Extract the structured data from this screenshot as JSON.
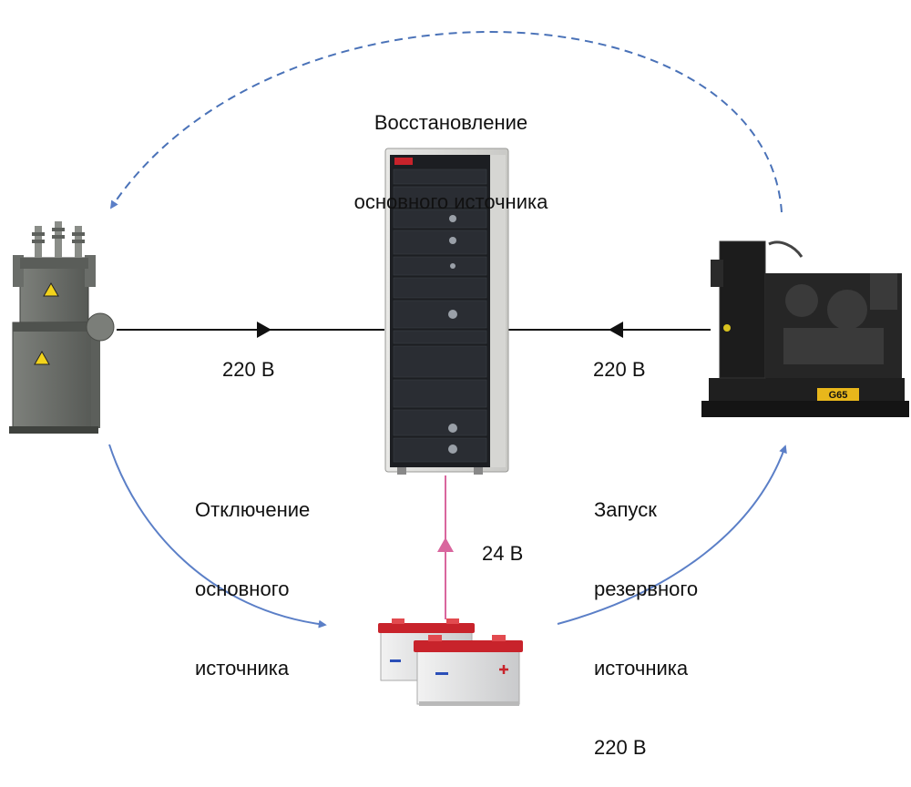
{
  "labels": {
    "restore_line1": "Восстановление",
    "restore_line2": "основного источника",
    "voltage_main": "220 В",
    "voltage_backup": "220 В",
    "disconnect_line1": "Отключение",
    "disconnect_line2": "основного",
    "disconnect_line3": "источника",
    "battery_voltage": "24 В",
    "start_line1": "Запуск",
    "start_line2": "резервного",
    "start_line3": "источника",
    "start_line4": "220 В"
  },
  "generator_badge": "G65",
  "colors": {
    "dashed_arrow": "#4a72b8",
    "curved_arrow": "#5b7fc7",
    "power_line": "#111111",
    "battery_line": "#d9669e",
    "rack_body": "#1c1e22",
    "transformer": "#6b6e6a",
    "generator": "#1a1a1a",
    "battery_lid": "#c8232b"
  },
  "icons": {
    "transformer": "transformer-icon",
    "rack": "server-rack-icon",
    "generator": "diesel-generator-icon",
    "batteries": "battery-pack-icon"
  }
}
